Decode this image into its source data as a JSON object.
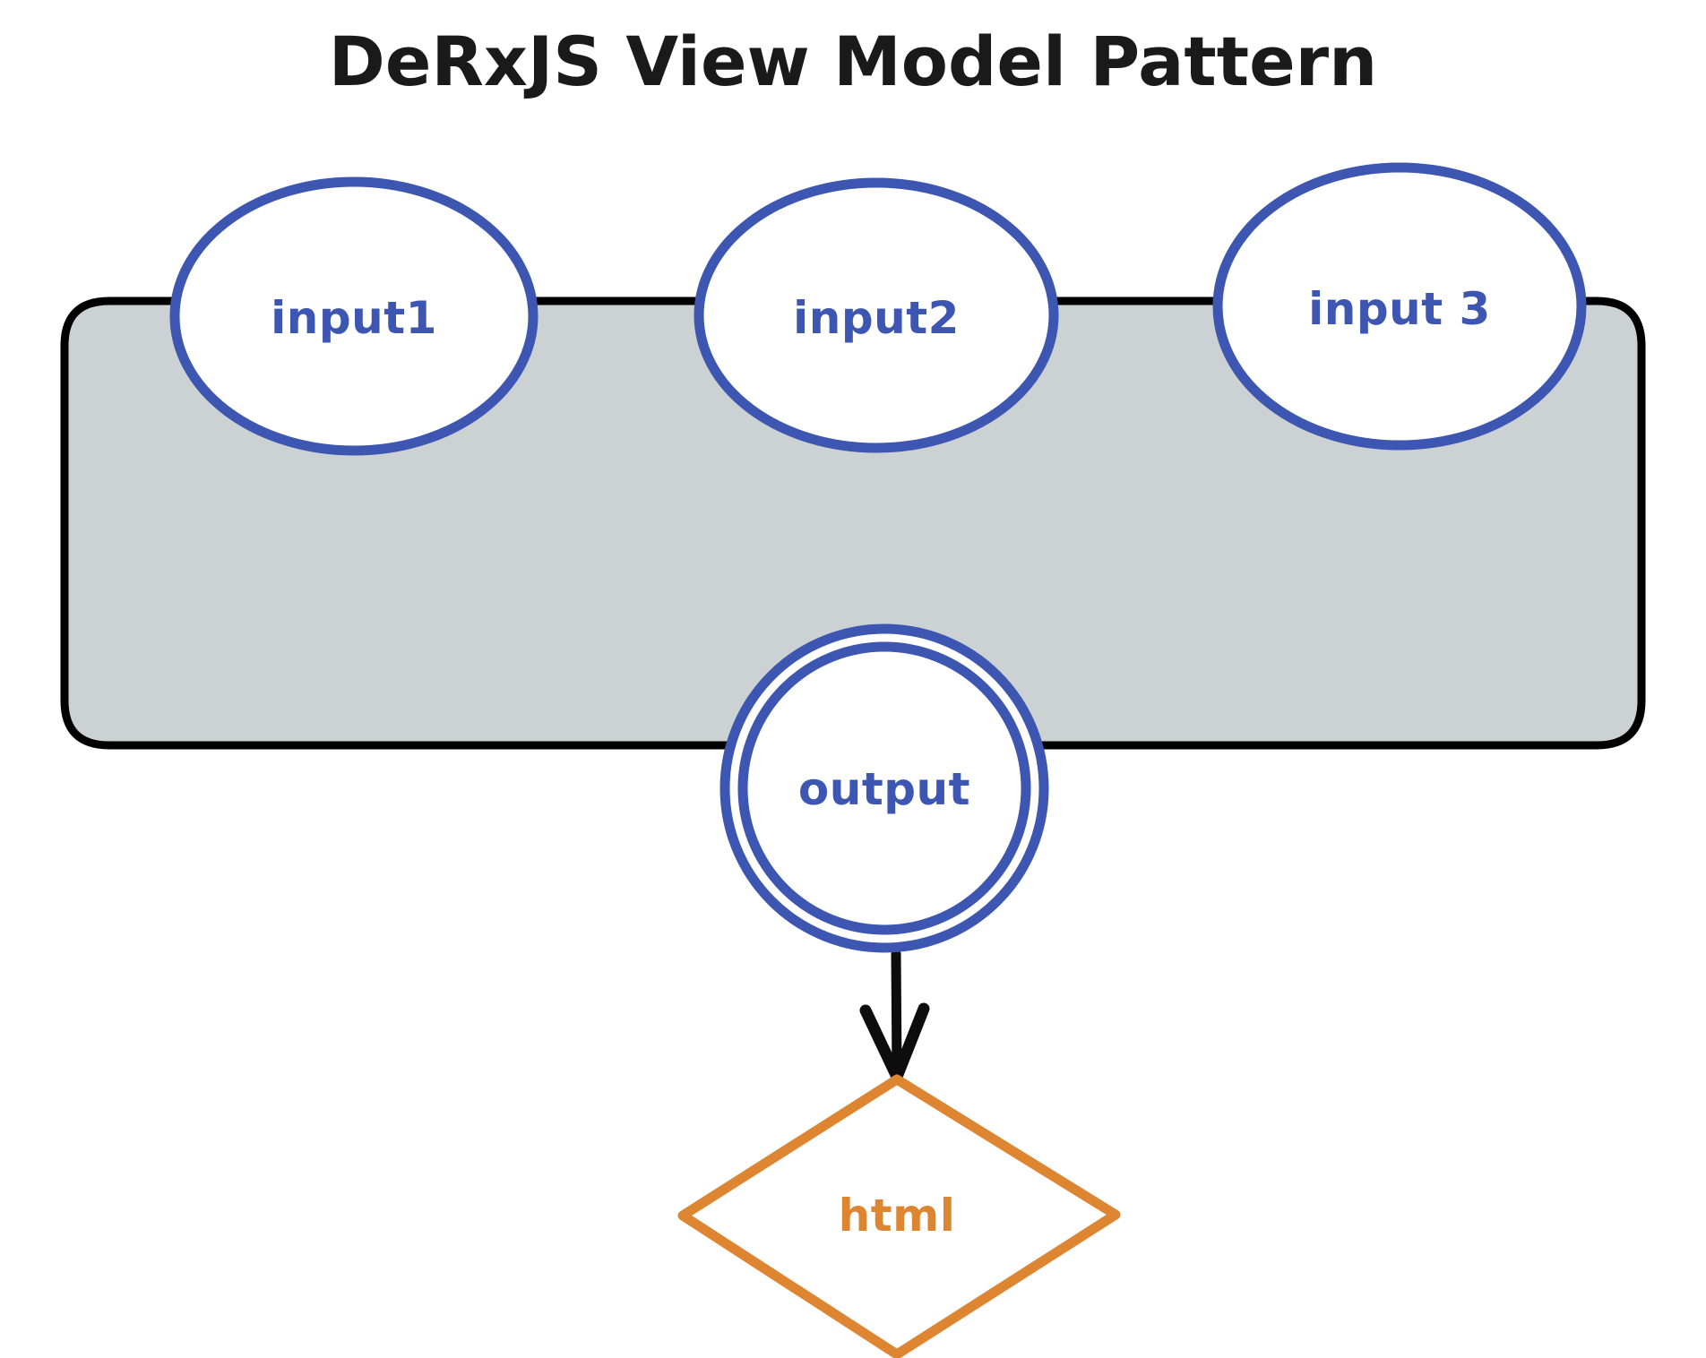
{
  "diagram": {
    "title": "DeRxJS View Model Pattern",
    "title_color": "#1a1a1a",
    "background_color": "#ffffff",
    "container": {
      "name": "view-model-container",
      "fill_color": "#ccd1d4",
      "stroke_color": "#000000",
      "label": ""
    },
    "accent_colors": {
      "node_blue": "#3d56b2",
      "html_orange": "#dd8530",
      "arrow_black": "#0d0d0d",
      "container_gray": "#ccd1d4",
      "container_border": "#000000"
    },
    "nodes": [
      {
        "id": "input1",
        "label": "input1",
        "shape": "ellipse",
        "stroke_color": "#3d56b2",
        "fill_color": "#ffffff",
        "text_color": "#3d56b2"
      },
      {
        "id": "input2",
        "label": "input2",
        "shape": "ellipse",
        "stroke_color": "#3d56b2",
        "fill_color": "#ffffff",
        "text_color": "#3d56b2"
      },
      {
        "id": "input3",
        "label": "input 3",
        "shape": "ellipse",
        "stroke_color": "#3d56b2",
        "fill_color": "#ffffff",
        "text_color": "#3d56b2"
      },
      {
        "id": "output",
        "label": "output",
        "shape": "double-circle",
        "stroke_color": "#3d56b2",
        "fill_color": "#ffffff",
        "text_color": "#3d56b2"
      },
      {
        "id": "html",
        "label": "html",
        "shape": "diamond",
        "stroke_color": "#dd8530",
        "fill_color": "#ffffff",
        "text_color": "#dd8530"
      }
    ],
    "edges": [
      {
        "id": "output-to-html",
        "from": "output",
        "to": "html",
        "label": "",
        "color": "#0d0d0d",
        "arrowhead": "open"
      }
    ]
  }
}
